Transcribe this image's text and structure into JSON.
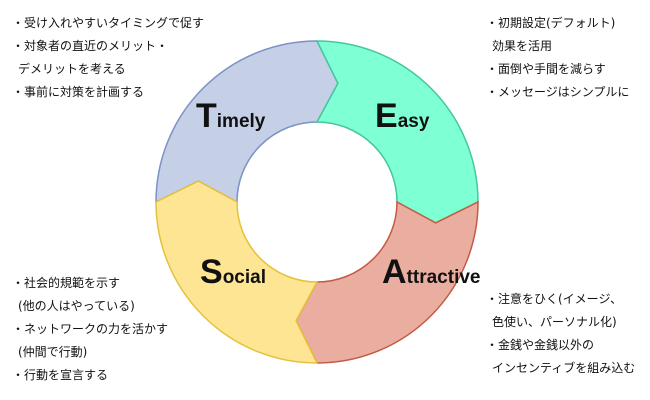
{
  "segments": {
    "timely": {
      "initial": "T",
      "rest": "imely",
      "fill": "#c5cfe6",
      "stroke": "#7a92c6"
    },
    "easy": {
      "initial": "E",
      "rest": "asy",
      "fill": "#7fffd4",
      "stroke": "#44c79e"
    },
    "attractive": {
      "initial": "A",
      "rest": "ttractive",
      "fill": "#eaaea1",
      "stroke": "#c45a46"
    },
    "social": {
      "initial": "S",
      "rest": "ocial",
      "fill": "#fde593",
      "stroke": "#e6c13a"
    }
  },
  "notes": {
    "timely": [
      "・受け入れやすいタイミングで促す",
      "・対象者の直近のメリット・",
      "デメリットを考える",
      "・事前に対策を計画する"
    ],
    "easy": [
      "・初期設定(デフォルト)",
      "効果を活用",
      "・面倒や手間を減らす",
      "・メッセージはシンプルに"
    ],
    "social": [
      "・社会的規範を示す",
      "(他の人はやっている)",
      "・ネットワークの力を活かす",
      "(仲間で行動)",
      "・行動を宣言する"
    ],
    "attractive": [
      "・注意をひく(イメージ、",
      "色使い、パーソナル化)",
      "・金銭や金銭以外の",
      "インセンティブを組み込む"
    ]
  }
}
